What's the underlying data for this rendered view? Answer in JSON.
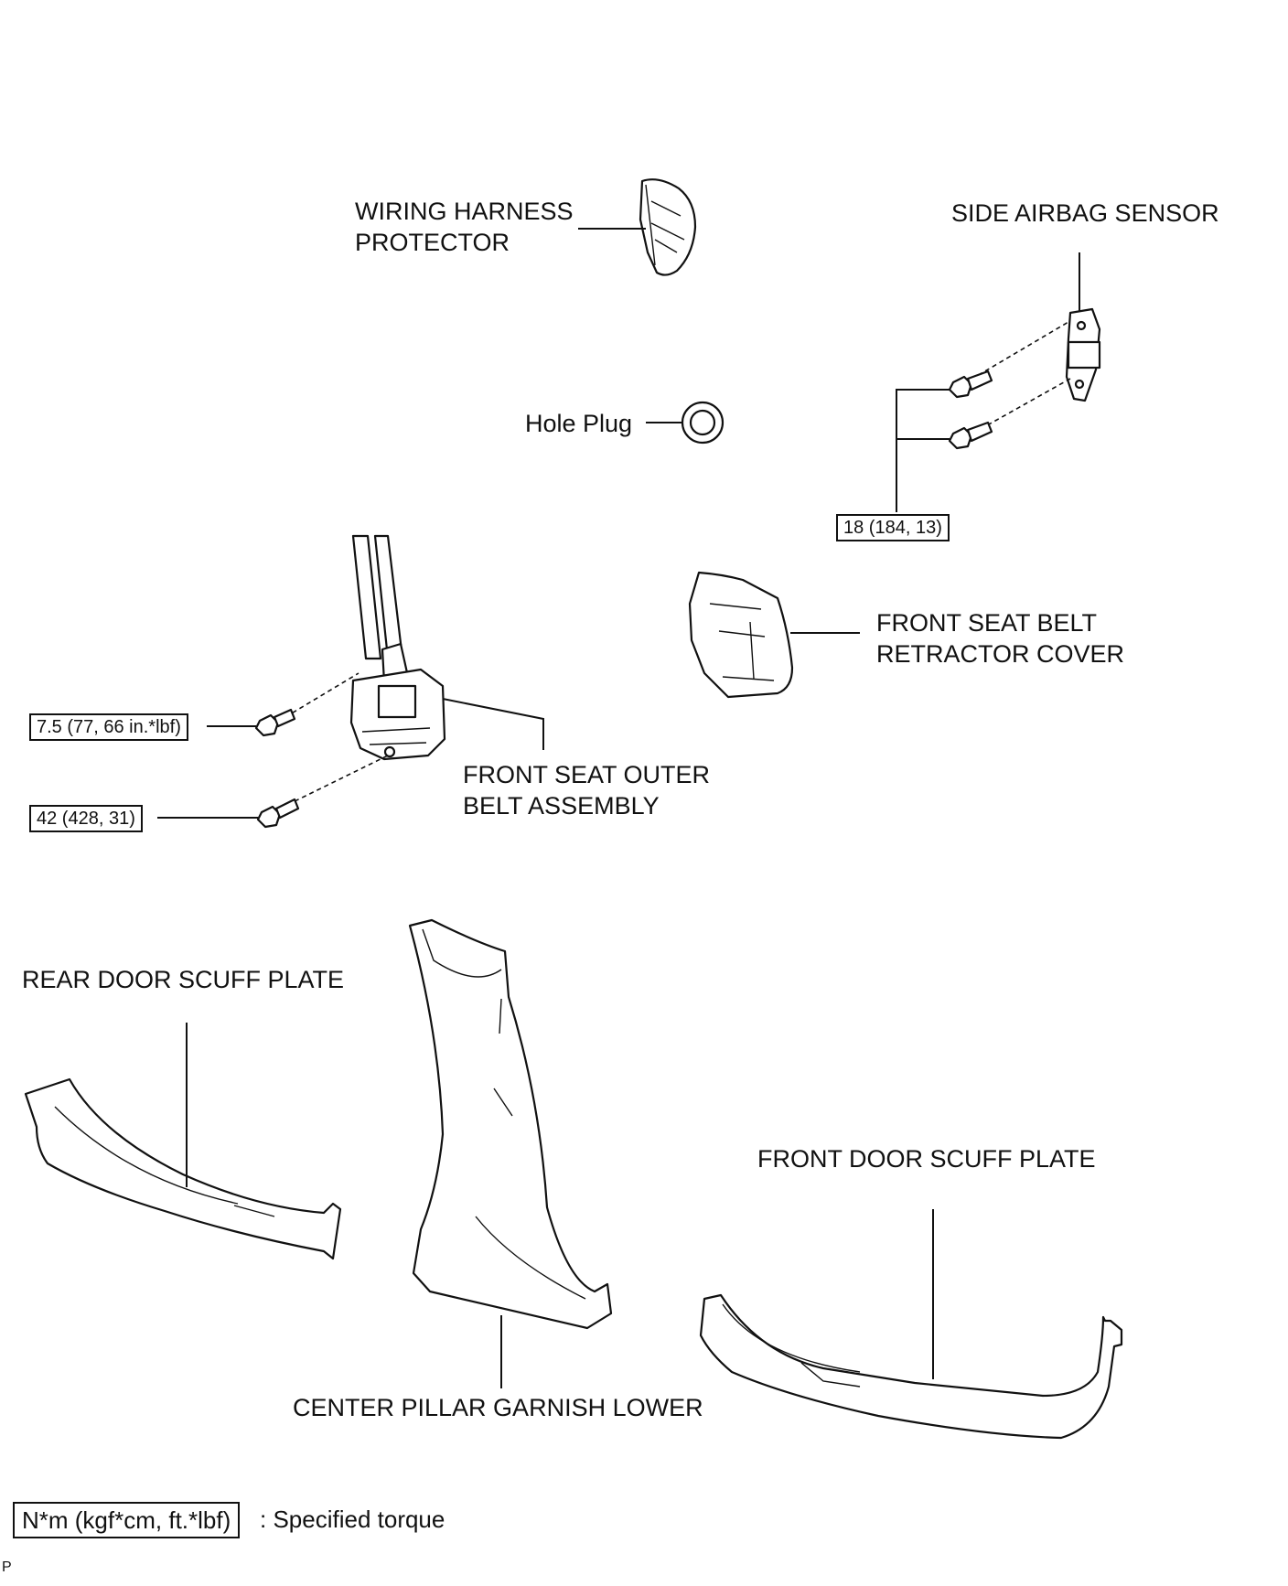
{
  "labels": {
    "wiring_harness_protector": [
      "WIRING HARNESS",
      "PROTECTOR"
    ],
    "side_airbag_sensor": "SIDE AIRBAG SENSOR",
    "hole_plug": "Hole Plug",
    "front_seat_belt_retractor_cover": [
      "FRONT SEAT BELT",
      "RETRACTOR COVER"
    ],
    "front_seat_outer_belt_assembly": [
      "FRONT SEAT OUTER",
      "BELT ASSEMBLY"
    ],
    "rear_door_scuff_plate": "REAR DOOR SCUFF PLATE",
    "front_door_scuff_plate": "FRONT DOOR SCUFF PLATE",
    "center_pillar_garnish_lower": "CENTER PILLAR GARNISH LOWER"
  },
  "torques": {
    "side_airbag_sensor_bolts": "18 (184, 13)",
    "belt_upper_bolt": "7.5 (77, 66 in.*lbf)",
    "belt_lower_bolt": "42 (428, 31)"
  },
  "legend": {
    "box_text": "N*m (kgf*cm, ft.*lbf)",
    "description": ": Specified torque"
  },
  "corner_mark": "P"
}
